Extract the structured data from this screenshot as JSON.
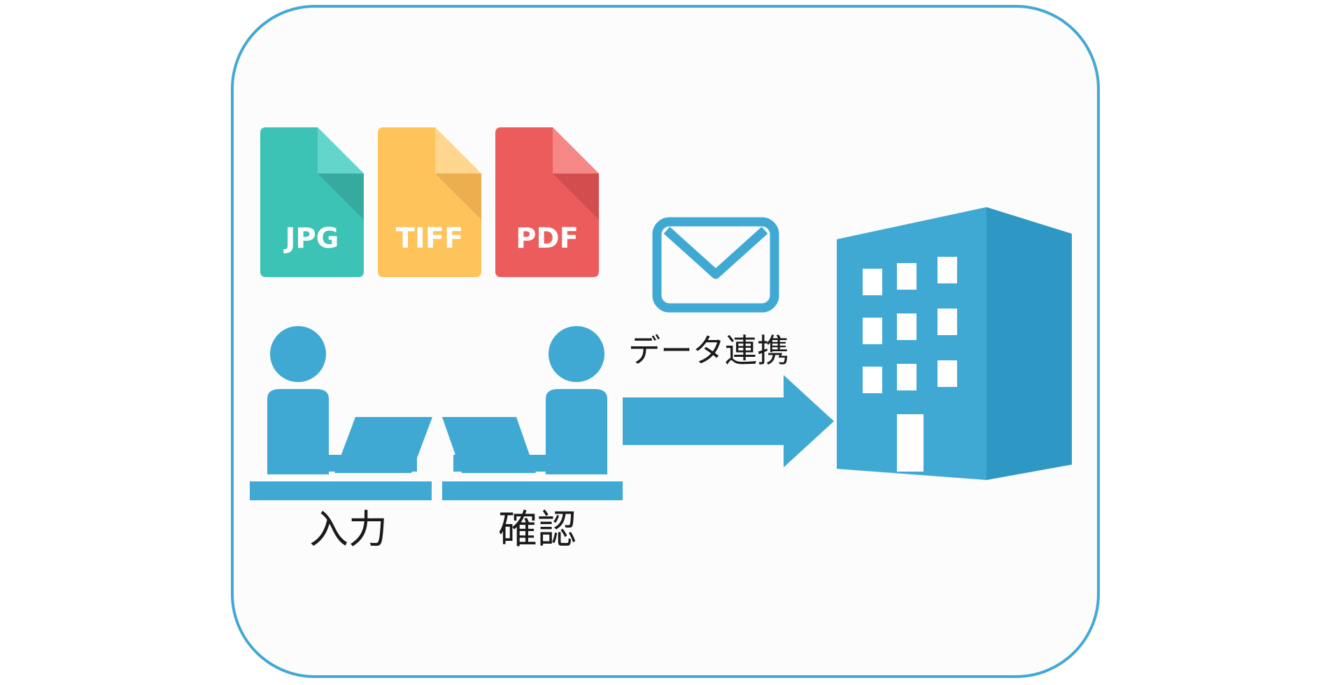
{
  "files": [
    {
      "name": "jpg-file-icon",
      "label": "JPG",
      "color": "#3dc3b6",
      "fold": "#64d5c9",
      "shade": "#36a79d"
    },
    {
      "name": "tiff-file-icon",
      "label": "TIFF",
      "color": "#fec35a",
      "fold": "#ffd68e",
      "shade": "#e9ad4e"
    },
    {
      "name": "pdf-file-icon",
      "label": "PDF",
      "color": "#ec5c5c",
      "fold": "#f68787",
      "shade": "#cf4c4c"
    }
  ],
  "labels": {
    "input": "入力",
    "check": "確認",
    "data_link": "データ連携"
  },
  "colors": {
    "accent": "#42a8d4",
    "icon": "#3fa9d3"
  },
  "icons": {
    "mail": "envelope-icon",
    "building": "office-building-icon",
    "arrow": "arrow-right-icon",
    "person_input": "person-laptop-icon",
    "person_check": "person-laptop-icon"
  }
}
